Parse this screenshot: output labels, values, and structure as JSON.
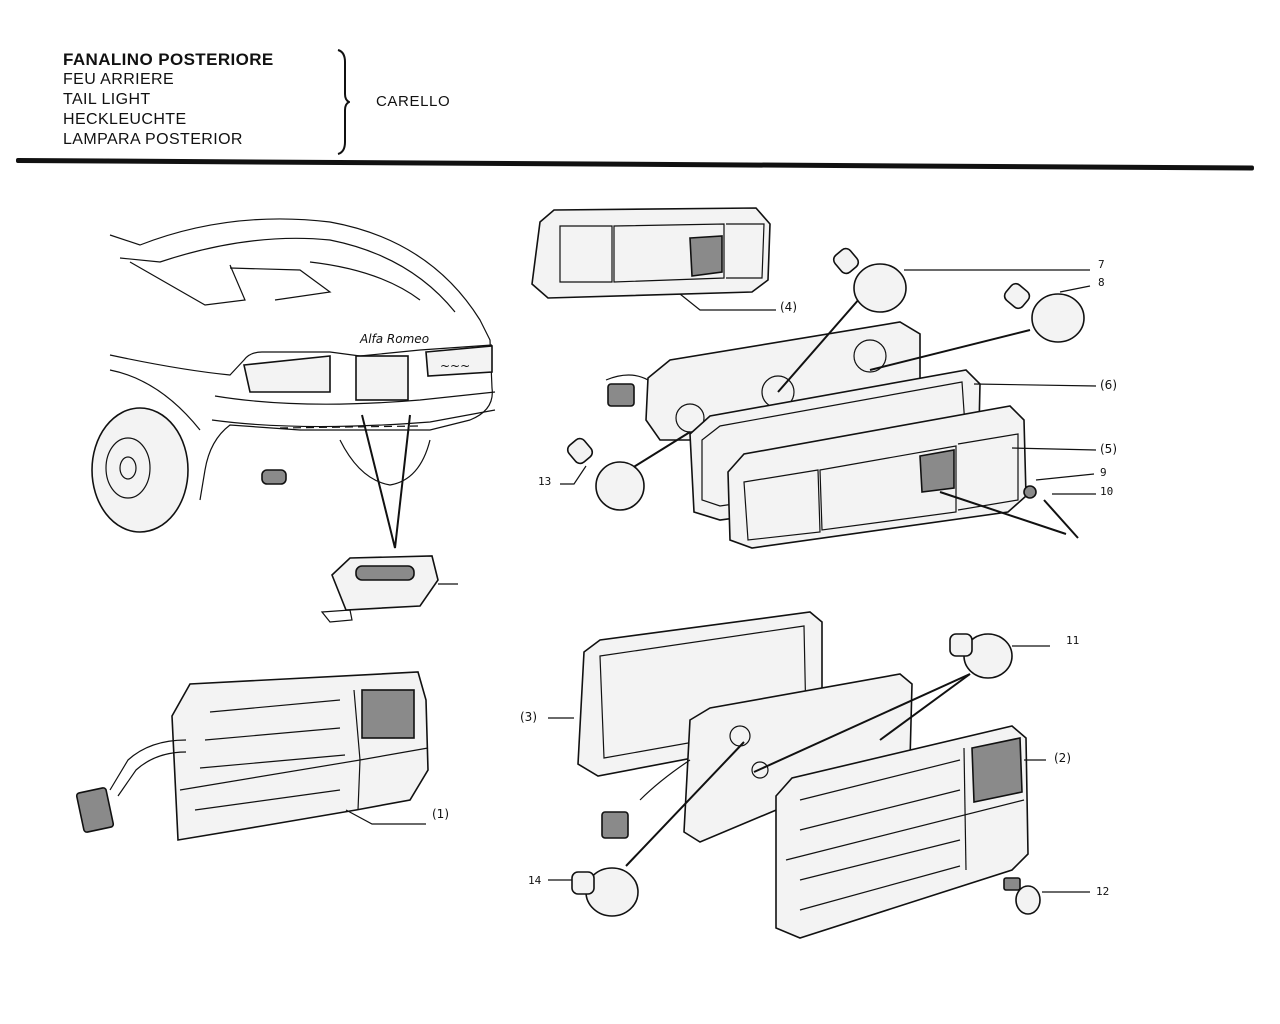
{
  "header": {
    "titles": [
      "FANALINO POSTERIORE",
      "FEU ARRIERE",
      "TAIL LIGHT",
      "HECKLEUCHTE",
      "LAMPARA POSTERIOR"
    ],
    "model": "CARELLO"
  },
  "callouts": {
    "p1": "(1)",
    "p2": "(2)",
    "p3": "(3)",
    "p4": "(4)",
    "p5": "(5)",
    "p6": "(6)",
    "n7": "7",
    "n8": "8",
    "n9": "9",
    "n10": "10",
    "n11": "11",
    "n12": "12",
    "n13": "13",
    "n14": "14"
  },
  "car_badge": "Alfa Romeo"
}
